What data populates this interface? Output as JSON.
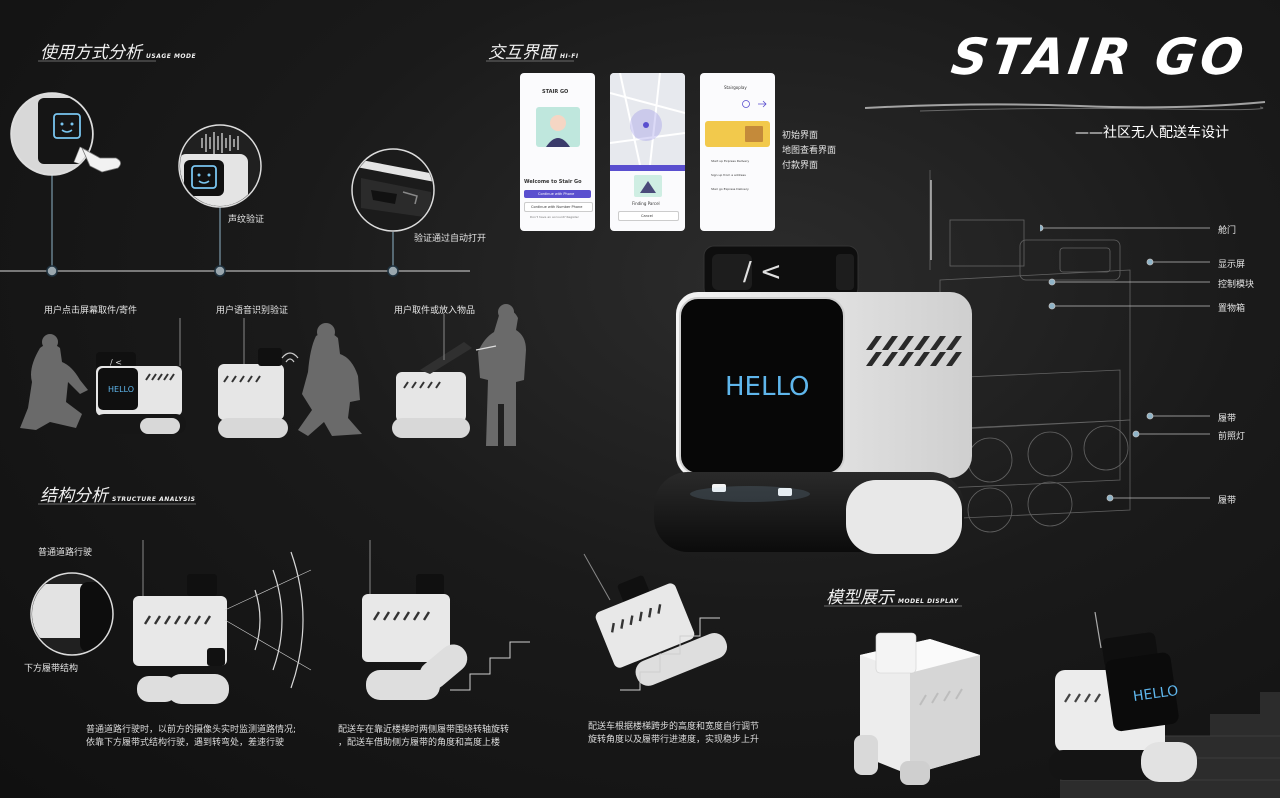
{
  "brand": {
    "title": "STAIR GO",
    "subtitle": "——社区无人配送车设计"
  },
  "usage": {
    "title_cn": "使用方式分析",
    "title_en": "USAGE MODE",
    "steps": [
      "声纹验证",
      "验证通过自动打开"
    ],
    "scenes": [
      "用户点击屏幕取件/寄件",
      "用户语音识别验证",
      "用户取件或放入物品"
    ]
  },
  "ui": {
    "title_cn": "交互界面",
    "title_en": "HI-FI",
    "screen_labels": [
      "初始界面",
      "地图查看界面",
      "付款界面"
    ],
    "phone1": {
      "logo": "STAIR GO",
      "welcome": "Welcome to Stair Go",
      "btn_primary": "Continue with Phone",
      "btn_secondary": "Continue with Number Phone",
      "footer": "Don't have an account? Register"
    },
    "phone2": {
      "status": "Finding Parcel",
      "btn": "Cancel"
    },
    "phone3": {
      "header": "Stairgoplay",
      "items": [
        "Start up Express Delivery",
        "Sign up from a address",
        "Stair go Express Delivery"
      ]
    }
  },
  "callouts": [
    "舱门",
    "显示屏",
    "控制模块",
    "置物箱",
    "履带",
    "前照灯",
    "履带"
  ],
  "robot": {
    "screen_text": "HELLO",
    "display_text": "/ <"
  },
  "structure": {
    "title_cn": "结构分析",
    "title_en": "STRUCTURE ANALYSIS",
    "mode_label": "普通道路行驶",
    "track_label": "下方履带结构",
    "notes": [
      [
        "普通道路行驶时，以前方的摄像头实时监测道路情况;",
        "依靠下方履带式结构行驶，遇到转弯处，差速行驶"
      ],
      [
        "配送车在靠近楼梯时两侧履带围绕转轴旋转",
        "，配送车借助侧方履带的角度和高度上楼"
      ],
      [
        "配送车根据楼梯跨步的高度和宽度自行调节",
        "旋转角度以及履带行进速度，实现稳步上升"
      ]
    ]
  },
  "model": {
    "title_cn": "模型展示",
    "title_en": "MODEL DISPLAY",
    "screen_text": "HELLO"
  },
  "colors": {
    "background": "#141414",
    "accent_blue": "#5fb6ec",
    "ui_purple": "#5a4fcf",
    "ui_yellow": "#f2c94c"
  }
}
